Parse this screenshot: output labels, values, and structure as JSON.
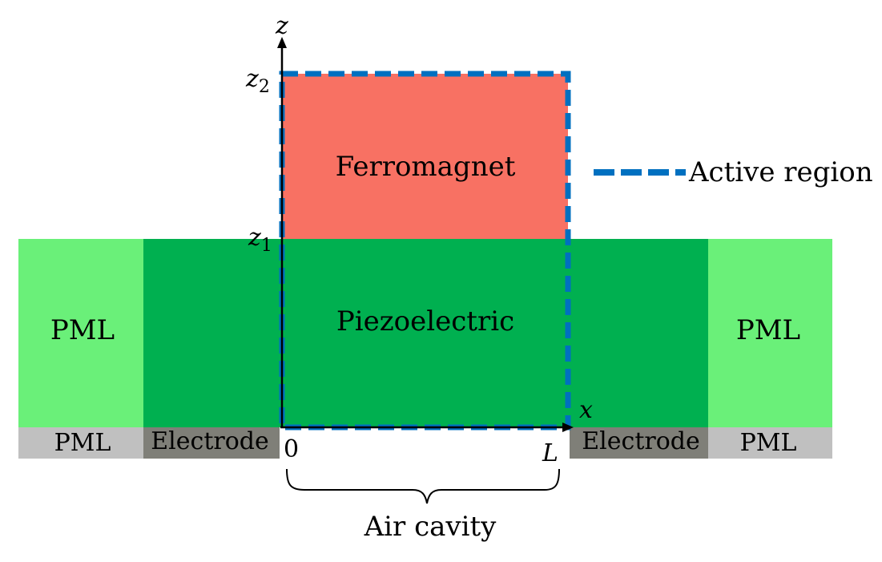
{
  "colors": {
    "pml_green": "#6af079",
    "piezo_green": "#00b050",
    "ferromagnet": "#f87163",
    "pml_gray": "#c0c0c0",
    "electrode_gray": "#7f7f78",
    "active_region": "#0070c0"
  },
  "labels": {
    "ferromagnet": "Ferromagnet",
    "piezoelectric": "Piezoelectric",
    "pml_left": "PML",
    "pml_right": "PML",
    "pml_bottom_left": "PML",
    "pml_bottom_right": "PML",
    "electrode_left": "Electrode",
    "electrode_right": "Electrode",
    "air_cavity": "Air cavity",
    "legend_active_region": "Active region"
  },
  "axes": {
    "z_axis_label": "z",
    "x_axis_label": "x",
    "z1_base": "z",
    "z1_sub": "1",
    "z2_base": "z",
    "z2_sub": "2",
    "origin": "0",
    "length": "L"
  }
}
